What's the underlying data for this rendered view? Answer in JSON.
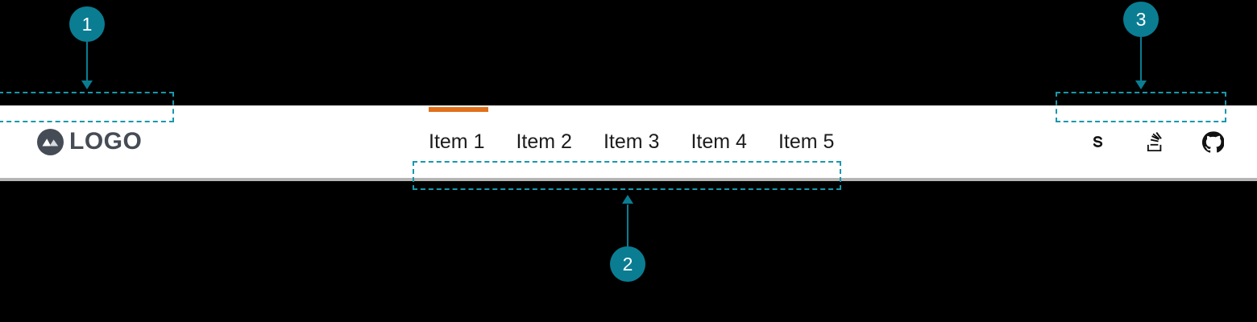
{
  "header": {
    "brand": {
      "logo_icon": "mountain-circle-icon",
      "logo_text": "LOGO"
    },
    "nav_items": [
      {
        "label": "Item 1",
        "active": true
      },
      {
        "label": "Item 2",
        "active": false
      },
      {
        "label": "Item 3",
        "active": false
      },
      {
        "label": "Item 4",
        "active": false
      },
      {
        "label": "Item 5",
        "active": false
      }
    ],
    "social_links": [
      {
        "icon": "skype-s-icon",
        "name": "skype"
      },
      {
        "icon": "stack-overflow-icon",
        "name": "stack-overflow"
      },
      {
        "icon": "github-icon",
        "name": "github"
      }
    ]
  },
  "annotations": {
    "callouts": [
      {
        "number": "1",
        "target": "brand-logo-area",
        "direction": "down"
      },
      {
        "number": "2",
        "target": "main-navigation-area",
        "direction": "up"
      },
      {
        "number": "3",
        "target": "social-links-area",
        "direction": "down"
      }
    ]
  },
  "colors": {
    "page_background": "#000000",
    "header_background": "#ffffff",
    "header_border": "#b5b5b5",
    "active_indicator": "#e1701a",
    "annotation_accent": "#0a7d93",
    "highlight_dash": "#1898ad",
    "brand_text": "#464c55",
    "nav_text": "#1c1c1c",
    "icon": "#111111"
  }
}
